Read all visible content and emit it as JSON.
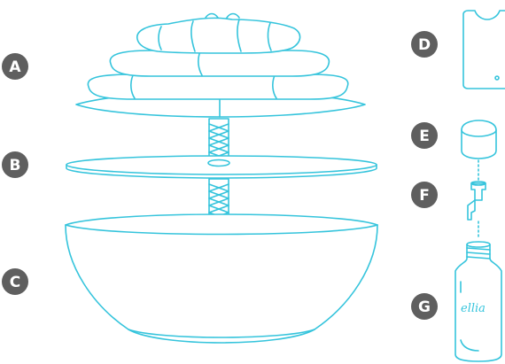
{
  "colors": {
    "line": "#35c4dc",
    "badge": "#5f5f5f",
    "badge_text": "#ffffff",
    "background": "#ffffff"
  },
  "labels": {
    "a": "A",
    "b": "B",
    "c": "C",
    "d": "D",
    "e": "E",
    "f": "F",
    "g": "G"
  },
  "bottle_logo": "ellia"
}
